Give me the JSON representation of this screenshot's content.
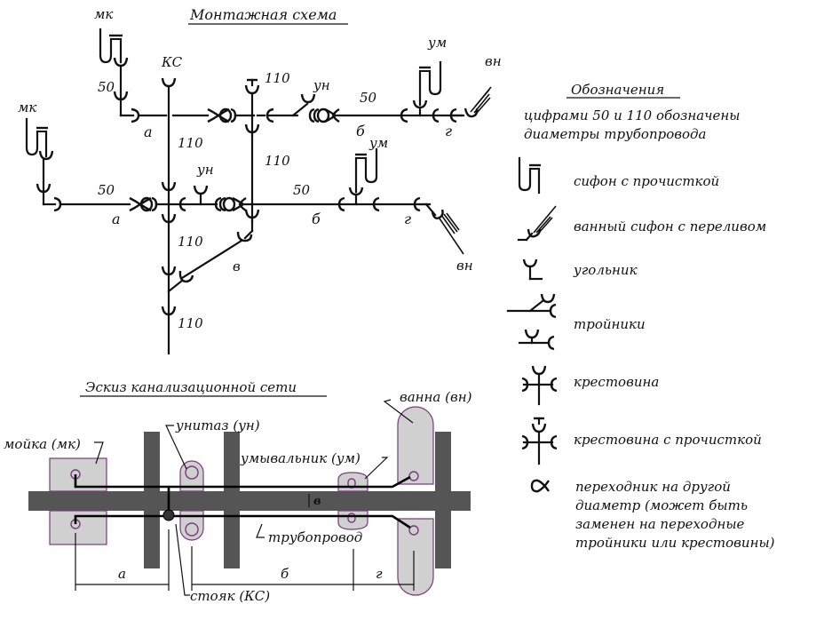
{
  "montage": {
    "title": "Монтажная схема",
    "labels": {
      "mk_top": "мк",
      "mk_left": "мк",
      "ks": "КС",
      "d50_top_vertical": "50",
      "d110_top_cleanout": "110",
      "un_top": "ун",
      "d50_top_b": "50",
      "um_top": "ум",
      "vn_top": "вн",
      "a_top": "а",
      "b_top": "б",
      "g_top": "г",
      "d110_riser_top": "110",
      "d110_right_vertical": "110",
      "um_bottom": "ум",
      "d50_left": "50",
      "un_bottom": "ун",
      "d50_bottom_b": "50",
      "a_bottom": "а",
      "b_bottom": "б",
      "g_bottom": "г",
      "vn_bottom": "вн",
      "d110_riser_mid": "110",
      "v_branch": "в",
      "d110_riser_bottom": "110"
    }
  },
  "legend": {
    "title": "Обозначения",
    "note_line1": "цифрами 50 и 110 обозначены",
    "note_line2": "диаметры трубопровода",
    "items": [
      {
        "icon": "siphon-cleanout-icon",
        "label": "сифон с прочисткой"
      },
      {
        "icon": "bath-siphon-overflow-icon",
        "label": "ванный сифон с переливом"
      },
      {
        "icon": "elbow-icon",
        "label": "угольник"
      },
      {
        "icon": "tee-icon",
        "label": "тройники"
      },
      {
        "icon": "cross-icon",
        "label": "крестовина"
      },
      {
        "icon": "cross-cleanout-icon",
        "label": "крестовина с прочисткой"
      },
      {
        "icon": "reducer-icon",
        "label_lines": [
          "переходник на другой",
          "диаметр (может быть",
          "заменен на переходные",
          "тройники или крестовины)"
        ]
      }
    ]
  },
  "sketch": {
    "title": "Эскиз канализационной сети",
    "labels": {
      "sink": "мойка (мк)",
      "toilet": "унитаз (ун)",
      "washbasin": "умывальник (ум)",
      "bath": "ванна (вн)",
      "pipeline": "трубопровод",
      "riser": "стояк (КС)",
      "dim_a": "а",
      "dim_b": "б",
      "dim_v": "в",
      "dim_g": "г"
    }
  }
}
